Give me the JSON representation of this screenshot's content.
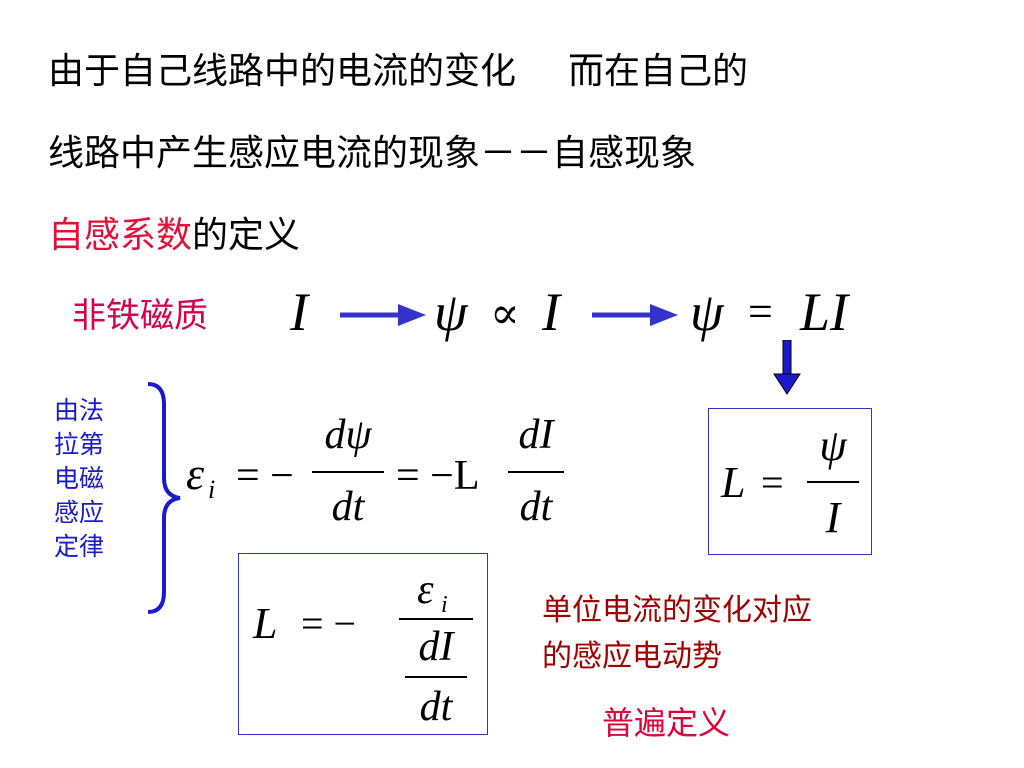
{
  "colors": {
    "text": "#000000",
    "emphasis": "#e0103a",
    "nonferro": "#d4004c",
    "faraday": "#1a1acc",
    "note": "#a00000",
    "general": "#e0003a",
    "arrow": "#3333cc",
    "box": "#3333cc"
  },
  "intro": {
    "line1_a": "由于自己线路中的电流的变化",
    "line1_b": "而在自己的",
    "line2": "线路中产生感应电流的现象－－自感现象"
  },
  "definition": {
    "highlight": "自感系数",
    "rest": "的定义"
  },
  "chain": {
    "label": "非铁磁质",
    "I1": "I",
    "psi1": "ψ",
    "prop": "∝",
    "I2": "I",
    "psi2": "ψ",
    "eq": "=",
    "LI": "LI"
  },
  "faraday": {
    "lines": [
      "由法",
      "拉第",
      "电磁",
      "感应",
      "定律"
    ]
  },
  "emf_formula": {
    "eps": "ε",
    "sub_i": "i",
    "eq_minus1": "= −",
    "num1": "dψ",
    "den1": "dt",
    "eq_minus2": "= −L",
    "num2": "dI",
    "den2": "dt"
  },
  "L_psi_formula": {
    "L": "L",
    "eq": "=",
    "num": "ψ",
    "den": "I"
  },
  "L_emf_formula": {
    "L": "L",
    "eq_minus": "= −",
    "num_eps": "ε",
    "num_sub": "i",
    "inner_num": "dI",
    "inner_den": "dt"
  },
  "note": {
    "line1": "单位电流的变化对应",
    "line2": "的感应电动势"
  },
  "general": "普遍定义"
}
